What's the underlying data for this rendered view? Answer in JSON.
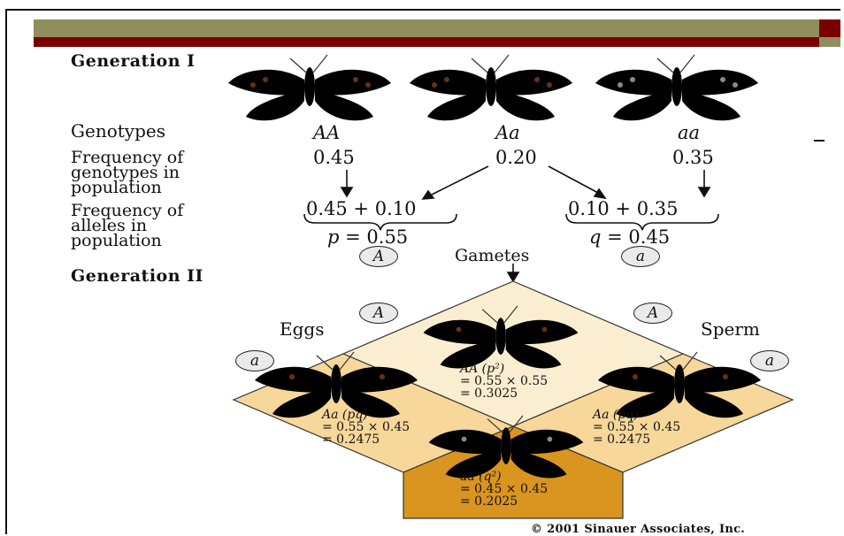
{
  "generation_1": "Generation I",
  "generation_2": "Generation II",
  "row_labels": {
    "genotypes": "Genotypes",
    "genotype_freq": "Frequency of\ngenotypes in\npopulation",
    "allele_freq": "Frequency of\nalleles in\npopulation"
  },
  "genotypes": [
    "AA",
    "Aa",
    "aa"
  ],
  "genotype_frequencies": [
    "0.45",
    "0.20",
    "0.35"
  ],
  "allele_sums": {
    "p_sum": "0.45 + 0.10",
    "q_sum": "0.10 + 0.35"
  },
  "allele_results": {
    "p_var": "p",
    "p_val": "= 0.55",
    "q_var": "q",
    "q_val": "= 0.45"
  },
  "allele_symbols": {
    "dominant": "A",
    "recessive": "a"
  },
  "gametes_label": "Gametes",
  "eggs_label": "Eggs",
  "sperm_label": "Sperm",
  "punnett_cells": {
    "AA": {
      "genotype": "AA (p²)",
      "calc": "= 0.55 × 0.55\n= 0.3025"
    },
    "Aa_left": {
      "genotype": "Aa (pq)",
      "calc": "= 0.55 × 0.45\n= 0.2475"
    },
    "Aa_right": {
      "genotype": "Aa (pq)",
      "calc": "= 0.55 × 0.45\n= 0.2475"
    },
    "aa": {
      "genotype": "aa (q²)",
      "calc": "= 0.45 × 0.45\n= 0.2025"
    }
  },
  "copyright": "© 2001 Sinauer Associates, Inc.",
  "colors": {
    "olive_bar": "#8f8f5d",
    "maroon_bar": "#7a0000",
    "cell_AA": "#fbeed0",
    "cell_Aa": "#f8d79a",
    "cell_aa": "#d9951f",
    "butterfly_orange": "#c8742a",
    "butterfly_white": "#e8e8e8"
  }
}
